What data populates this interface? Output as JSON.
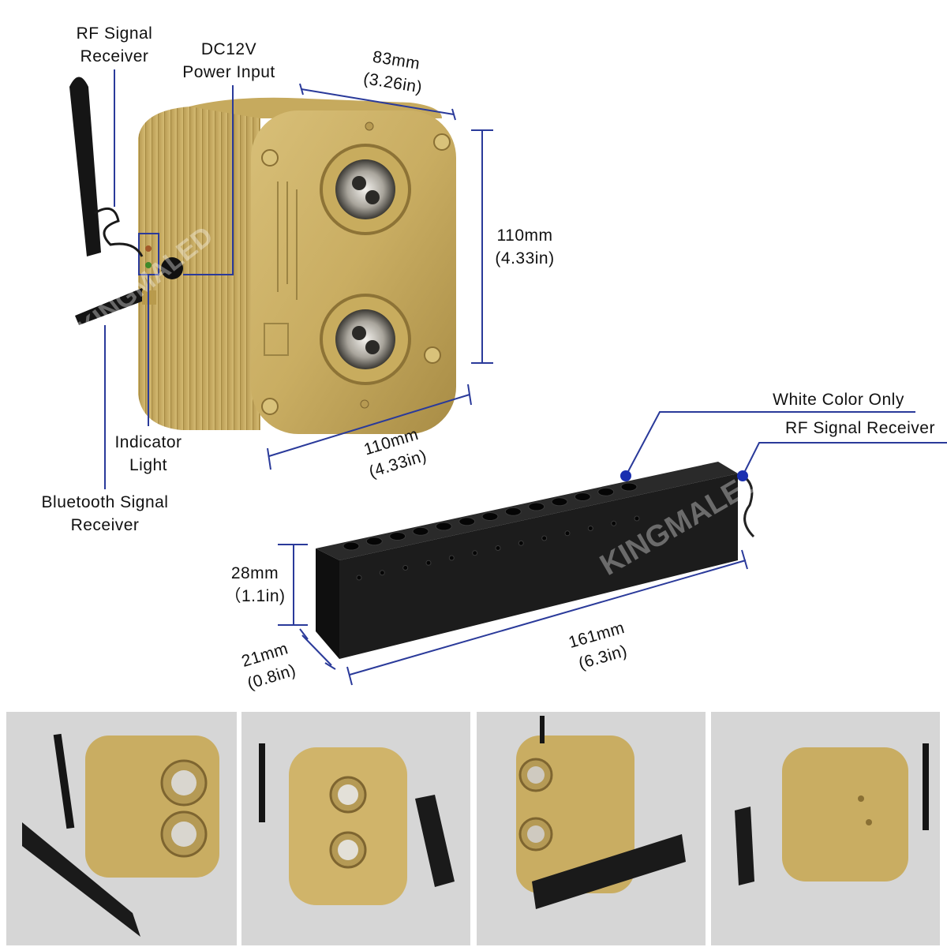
{
  "callouts": {
    "rf_signal_receiver": [
      "RF Signal",
      "Receiver"
    ],
    "dc_power_input": [
      "DC12V",
      "Power Input"
    ],
    "indicator_light": [
      "Indicator",
      "Light"
    ],
    "bluetooth_receiver": [
      "Bluetooth Signal",
      "Receiver"
    ],
    "white_color_only": "White Color Only",
    "rf_receiver_bar": "RF Signal Receiver"
  },
  "dimensions": {
    "box_width": [
      "83mm",
      "(3.26in)"
    ],
    "box_height": [
      "110mm",
      "(4.33in)"
    ],
    "box_depth": [
      "110mm",
      "(4.33in)"
    ],
    "bar_height": [
      "28mm",
      "（1.1in)"
    ],
    "bar_depth": [
      "21mm",
      "(0.8in)"
    ],
    "bar_length": [
      "161mm",
      "(6.3in)"
    ]
  },
  "watermark": "KINGMALED",
  "colors": {
    "gold": "#c9ad62",
    "gold_dark": "#a88c45",
    "dimension_line": "#2a3a9a",
    "callout_dot": "#1a2fb0",
    "bar_black": "#1c1c1c",
    "thumb_background": "#d6d6d6"
  }
}
